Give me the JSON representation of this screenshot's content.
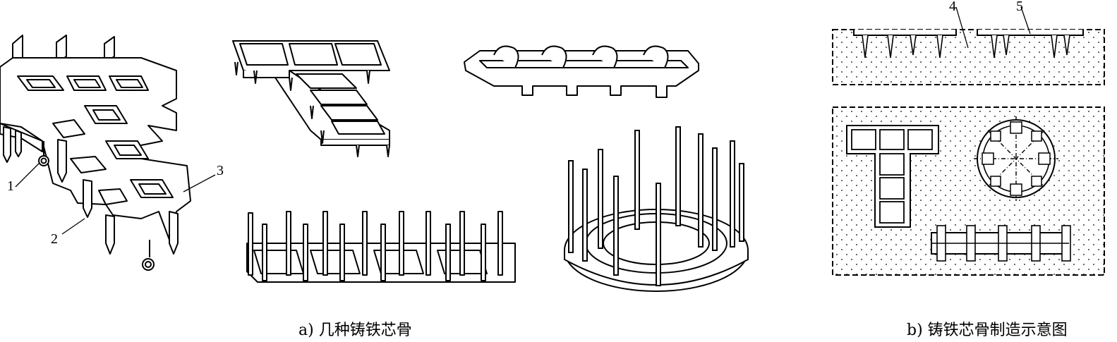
{
  "captions": {
    "a": "a) 几种铸铁芯骨",
    "b": "b) 铸铁芯骨制造示意图"
  },
  "labels": {
    "l1": "1",
    "l2": "2",
    "l3": "3",
    "l4": "4",
    "l5": "5"
  },
  "colors": {
    "ink": "#000000",
    "paper": "#ffffff"
  }
}
